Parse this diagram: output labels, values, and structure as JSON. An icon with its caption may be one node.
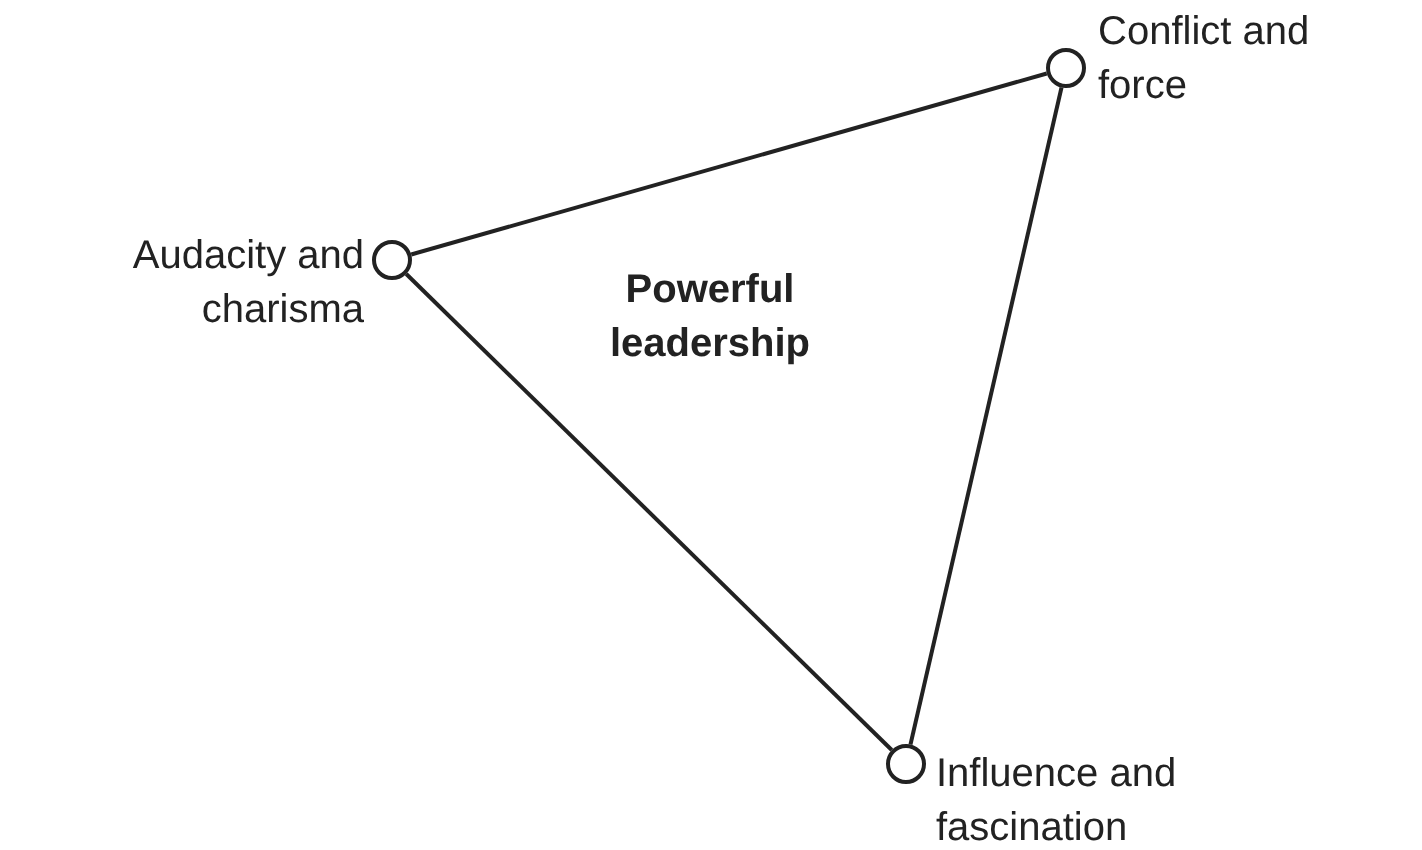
{
  "diagram": {
    "nodes": [
      {
        "text": [],
        "shape": "circle",
        "beside": [
          "Conflict and force"
        ]
      },
      {
        "text": [],
        "shape": "circle",
        "beside": [
          "Audacity and charisma"
        ]
      },
      {
        "text": [],
        "shape": "circle",
        "beside": [
          "Influence and fascination"
        ]
      }
    ],
    "edges": [
      {
        "from": 1,
        "to": 0,
        "arrow": "none"
      },
      {
        "from": 1,
        "to": 2,
        "arrow": "none"
      },
      {
        "from": 0,
        "to": 2,
        "arrow": "none"
      }
    ],
    "labels": [
      "Powerful leadership"
    ]
  }
}
